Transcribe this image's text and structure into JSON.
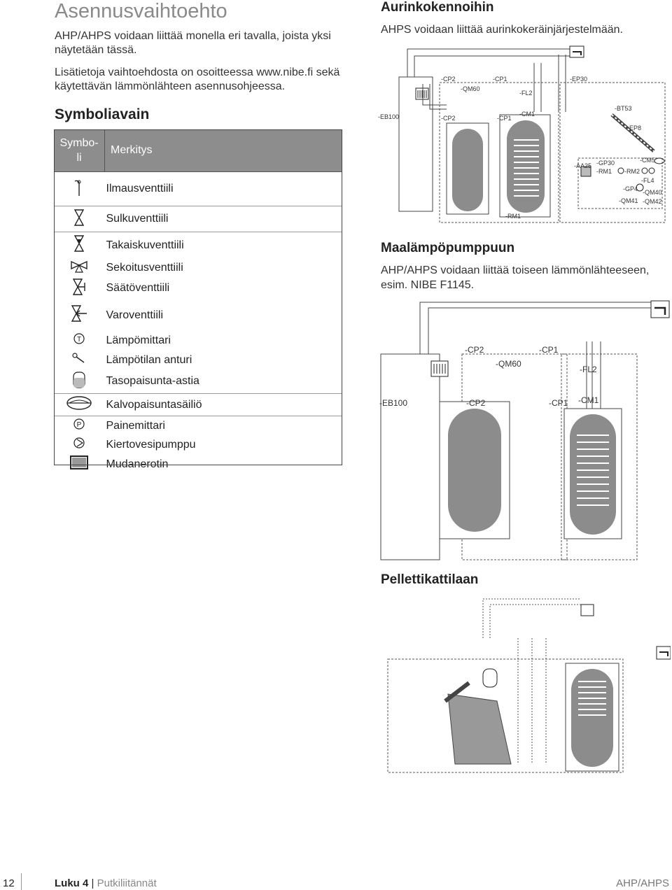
{
  "page": {
    "title": "Asennusvaihtoehto",
    "intro_p1": "AHP/AHPS voidaan liittää monella eri tavalla, joista yksi näytetään tässä.",
    "intro_p2": "Lisätietoja vaihtoehdosta on osoitteessa www.nibe.fi sekä käytettävän lämmönlähteen asennusohjeessa."
  },
  "legend": {
    "heading": "Symboliavain",
    "col_symbol": "Symbo-li",
    "col_meaning": "Merkitys",
    "rows": [
      {
        "icon": "air-valve-icon",
        "label": "Ilmausventtiili"
      },
      {
        "icon": "shutoff-valve-icon",
        "label": "Sulkuventtiili"
      },
      {
        "icon": "check-valve-icon",
        "label": "Takaiskuventtiili"
      },
      {
        "icon": "mixing-valve-icon",
        "label": "Sekoitusventtiili"
      },
      {
        "icon": "control-valve-icon",
        "label": "Säätöventtiili"
      },
      {
        "icon": "safety-valve-icon",
        "label": "Varoventtiili"
      },
      {
        "icon": "thermometer-icon",
        "label": "Lämpömittari"
      },
      {
        "icon": "temperature-sensor-icon",
        "label": "Lämpötilan anturi"
      },
      {
        "icon": "level-expansion-tank-icon",
        "label": "Tasopaisunta-astia"
      },
      {
        "icon": "diaphragm-expansion-vessel-icon",
        "label": "Kalvopaisuntasäiliö"
      },
      {
        "icon": "pressure-gauge-icon",
        "label": "Painemittari"
      },
      {
        "icon": "circulation-pump-icon",
        "label": "Kiertovesipumppu"
      },
      {
        "icon": "dirt-separator-icon",
        "label": "Mudanerotin"
      }
    ]
  },
  "solar": {
    "title": "Aurinkokennoihin",
    "text": "AHPS voidaan liittää aurinkokeräinjärjestelmään.",
    "labels": {
      "eb100": "-EB100",
      "cp2a": "-CP2",
      "cp2b": "-CP2",
      "qm60": "-QM60",
      "cp1a": "-CP1",
      "cp1b": "-CP1",
      "fl2": "-FL2",
      "cm1": "-CM1",
      "ep30": "-EP30",
      "bt53": "-BT53",
      "ep8": "-EP8",
      "aa25": "-AA25",
      "gp30": "-GP30",
      "rm1a": "-RM1",
      "rm2": "-RM2",
      "cm5": "-CM5",
      "fl4": "-FL4",
      "gp4": "-GP4",
      "qm40": "-QM40",
      "qm41": "-QM41",
      "qm42": "-QM42",
      "rm1b": "-RM1"
    }
  },
  "ground": {
    "title": "Maalämpöpumppuun",
    "text": "AHP/AHPS voidaan liittää toiseen lämmönlähteeseen, esim. NIBE F1145.",
    "labels": {
      "eb100": "-EB100",
      "cp2a": "-CP2",
      "cp2b": "-CP2",
      "qm60": "-QM60",
      "cp1a": "-CP1",
      "cp1b": "-CP1",
      "fl2": "-FL2",
      "cm1": "-CM1"
    }
  },
  "pellet": {
    "title": "Pellettikattilaan"
  },
  "footer": {
    "page_number": "12",
    "chapter": "Luku 4",
    "separator": "|",
    "section": "Putkiliitännät",
    "brand": "AHP/AHPS"
  },
  "colors": {
    "header_gray": "#8d8d8d",
    "tank_gray": "#8c8c8c",
    "title_gray": "#8a8a8a"
  }
}
